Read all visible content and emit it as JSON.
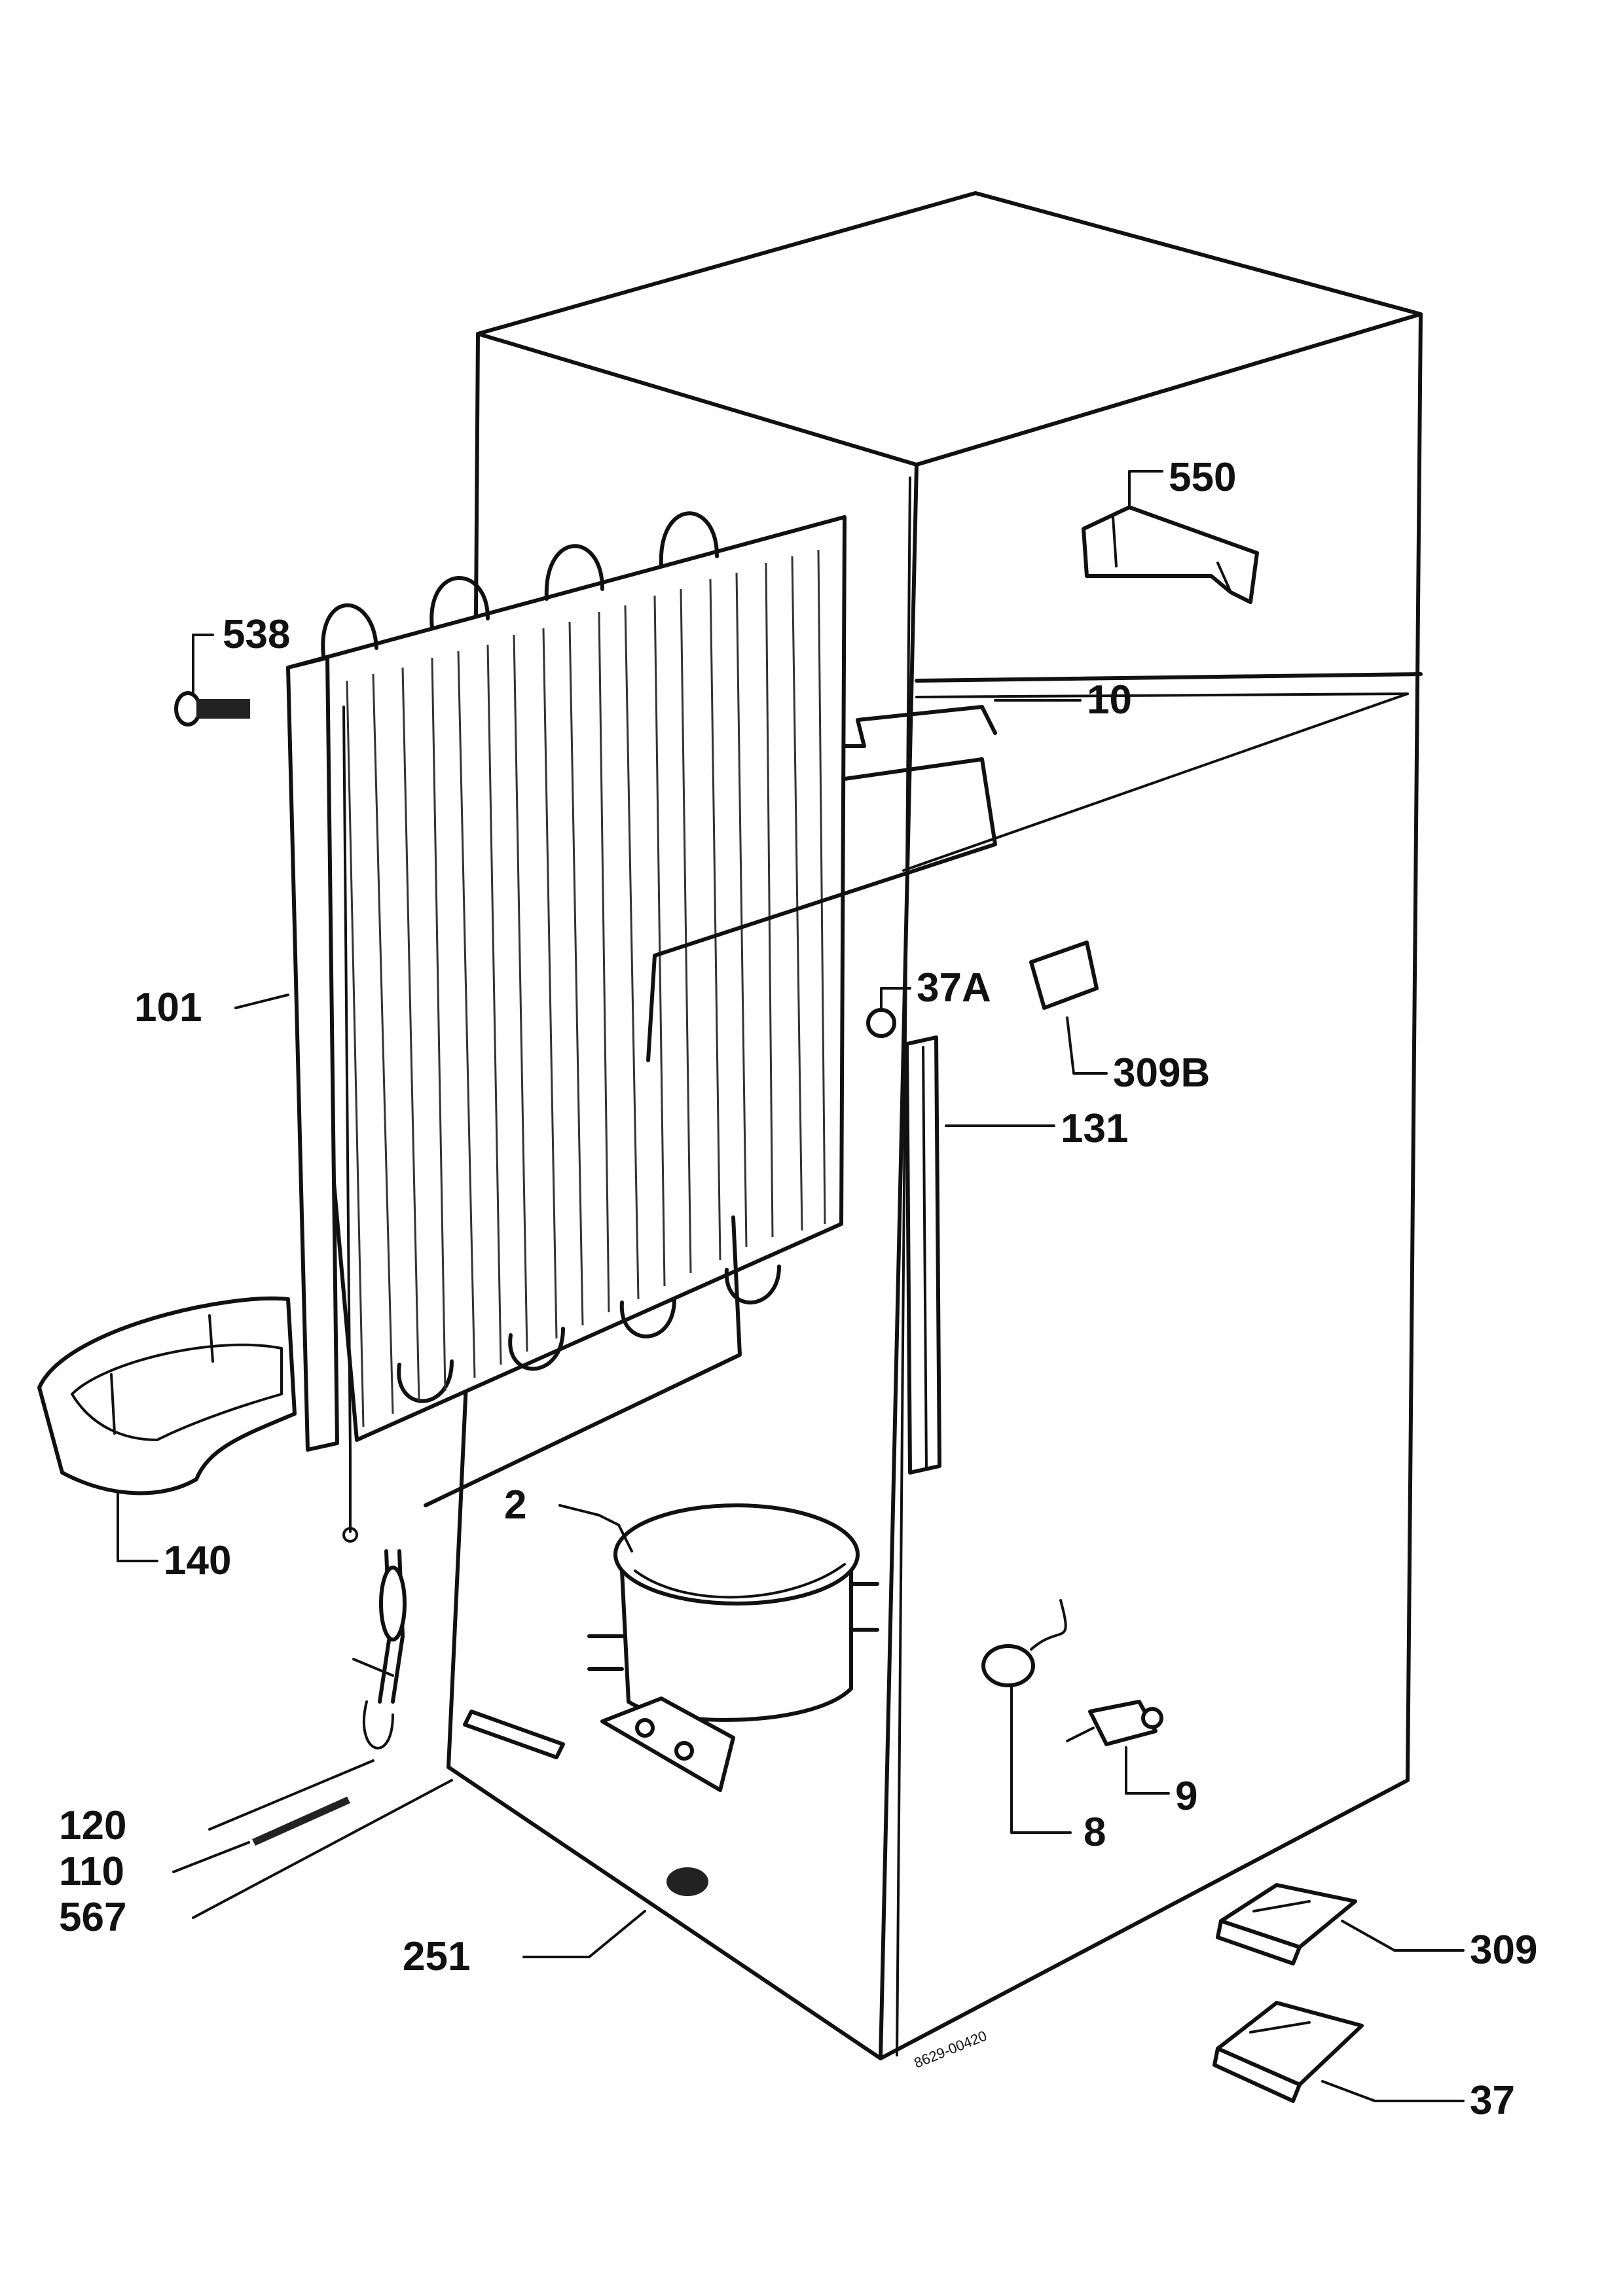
{
  "drawing": {
    "stamp": "8629-00420"
  },
  "callouts": {
    "c550": "550",
    "c538": "538",
    "c10": "10",
    "c101": "101",
    "c37a": "37A",
    "c309b": "309B",
    "c131": "131",
    "c140": "140",
    "c2": "2",
    "c120": "120",
    "c110": "110",
    "c567": "567",
    "c251": "251",
    "c8": "8",
    "c9": "9",
    "c309": "309",
    "c37": "37"
  }
}
